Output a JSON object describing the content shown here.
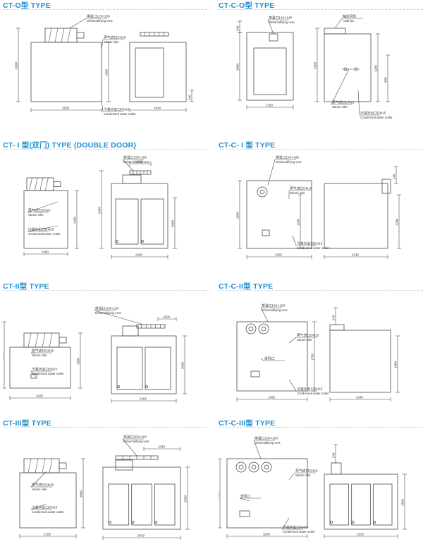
{
  "panels": [
    {
      "title": "CT-O型 TYPE",
      "left": {
        "labels": [
          "排湿口120×200",
          "Dehumidifying vent",
          "蒸气进口DN25",
          "Steam inlet",
          "冷凝水出口DN25",
          "Condensed water outlet"
        ],
        "dims": [
          "2000",
          "1600",
          "1500"
        ]
      },
      "right": {
        "dims": [
          "1040",
          "240"
        ]
      }
    },
    {
      "title": "CT-C-O型 TYPE",
      "left": {
        "labels": [
          "排湿口140×140",
          "Dehumidifying vent"
        ],
        "dims": [
          "1000",
          "1350",
          "240"
        ]
      },
      "right": {
        "labels": [
          "轴流风机",
          "Axial fan",
          "蒸气进口DN15",
          "Steam inlet",
          "冷凝水出口DN15",
          "Condensed water outlet"
        ],
        "dims": [
          "1240",
          "2000",
          "800"
        ]
      }
    },
    {
      "title": "CT- I 型(双门) TYPE (DOUBLE DOOR)",
      "left": {
        "labels": [
          "蒸气进口DN25",
          "Steam inlet",
          "冷凝水出口DN25",
          "Condensed water outlet"
        ],
        "dims": [
          "1980",
          "1400"
        ]
      },
      "right": {
        "labels": [
          "排湿口160×160",
          "Dehumidifying vent"
        ],
        "dims": [
          "1200",
          "2000",
          "2430",
          "2400"
        ]
      }
    },
    {
      "title": "CT-C- I 型 TYPE",
      "left": {
        "labels": [
          "排湿口160×160",
          "Dehumidifying vent",
          "蒸气进口DN15",
          "Steam inlet",
          "冷凝水出口DN15",
          "Condensed water outlet"
        ],
        "dims": [
          "2450",
          "1660",
          "1200"
        ]
      },
      "right": {
        "dims": [
          "240",
          "2240",
          "1700"
        ]
      }
    },
    {
      "title": "CT-II型 TYPE",
      "left": {
        "labels": [
          "蒸气进口DN25",
          "Steam inlet",
          "冷凝水出口DN25",
          "Condensed water outlet"
        ],
        "dims": [
          "2160",
          "1800",
          "3000"
        ]
      },
      "right": {
        "labels": [
          "排湿口160×160",
          "Dehumidifying vent"
        ],
        "dims": [
          "1600",
          "2400",
          "2040"
        ]
      }
    },
    {
      "title": "CT-C-II型 TYPE",
      "left": {
        "labels": [
          "排湿口160×160",
          "Dehumidifying vent",
          "蒸气进口DN25",
          "Steam inlet",
          "进风口",
          "冷凝水出口DN25",
          "Condensed water outlet"
        ],
        "dims": [
          "2460",
          "1760"
        ]
      },
      "right": {
        "dims": [
          "240",
          "2240",
          "1800"
        ]
      }
    },
    {
      "title": "CT-III型 TYPE",
      "left": {
        "labels": [
          "蒸气进口DN25",
          "Steam inlet",
          "冷凝水出口DN25",
          "Condensed water outlet"
        ],
        "dims": [
          "2160",
          "3000"
        ]
      },
      "right": {
        "labels": [
          "排湿口200×200",
          "Dehumidifying vent"
        ],
        "dims": [
          "1045",
          "3430",
          "2000"
        ]
      }
    },
    {
      "title": "CT-C-III型 TYPE",
      "left": {
        "labels": [
          "排湿口200×200",
          "Dehumidifying vent",
          "蒸气进口DN25",
          "Steam inlet",
          "进风口",
          "冷凝水出口DN25",
          "Condensed water outlet"
        ],
        "dims": [
          "3200",
          "2200"
        ]
      },
      "right": {
        "dims": [
          "240",
          "3230",
          "1990"
        ]
      }
    }
  ]
}
